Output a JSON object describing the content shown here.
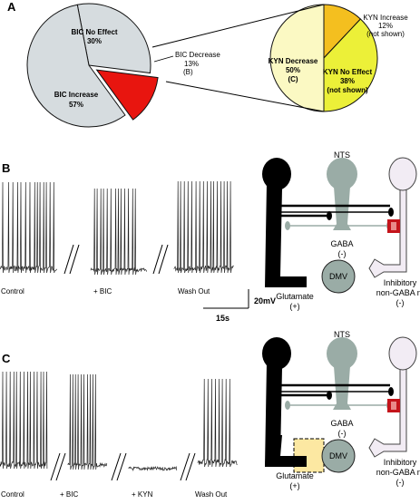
{
  "panels": {
    "a": "A",
    "b": "B",
    "c": "C"
  },
  "chart_data": [
    {
      "type": "pie",
      "labels": [
        "BIC No Effect",
        "BIC Decrease",
        "BIC Increase"
      ],
      "values": [
        30,
        13,
        57
      ],
      "value_labels": [
        "30%",
        "13%",
        "57%"
      ],
      "notes": [
        "",
        "(B)",
        ""
      ],
      "colors": [
        "#d6dcdf",
        "#e8150f",
        "#d6dcdf"
      ]
    },
    {
      "type": "pie",
      "labels": [
        "KYN Increase",
        "KYN No Effect",
        "KYN Decrease"
      ],
      "values": [
        12,
        38,
        50
      ],
      "value_labels": [
        "12%",
        "38%",
        "50%"
      ],
      "notes": [
        "(not shown)",
        "(not shown)",
        "(C)"
      ],
      "colors": [
        "#f4bf1f",
        "#ecf038",
        "#fbf9c3"
      ]
    }
  ],
  "trace_b": {
    "labels": [
      "Control",
      "+ BIC",
      "Wash Out"
    ]
  },
  "trace_c": {
    "labels": [
      "Control",
      "+ BIC",
      "+ KYN",
      "Wash Out"
    ]
  },
  "scale_bar": {
    "voltage": "20mV",
    "time": "15s"
  },
  "diagram": {
    "nts": "NTS",
    "gaba": "GABA",
    "gaba_sign": "(-)",
    "dmv": "DMV",
    "glutamate": "Glutamate",
    "glutamate_sign": "(+)",
    "inhibitory_l1": "Inhibitory",
    "inhibitory_l2": "non-GABA nt",
    "inhibitory_sign": "(-)"
  },
  "colors": {
    "black": "#000000",
    "gaba": "#9aaca6",
    "inhibitory": "#f2ecf4",
    "block_red": "#c4141b",
    "highlight": "#fce8a2"
  }
}
